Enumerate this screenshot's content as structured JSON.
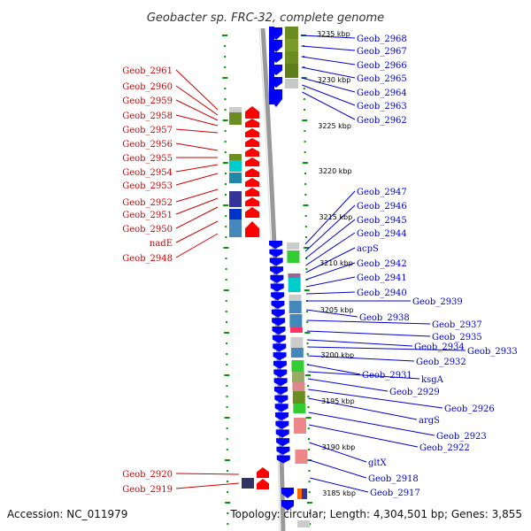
{
  "title": "Geobacter sp. FRC-32, complete genome",
  "accession": "Accession: NC_011979",
  "topology": "Topology: circular; Length: 4,304,501 bp; Genes: 3,855",
  "kbp_labels": [
    "3235 kbp",
    "3230 kbp",
    "3225 kbp",
    "3220 kbp",
    "3215 kbp",
    "3210 kbp",
    "3205 kbp",
    "3200 kbp",
    "3195 kbp",
    "3190 kbp",
    "3185 kbp"
  ],
  "left_labels": [
    "Geob_2961",
    "Geob_2960",
    "Geob_2959",
    "Geob_2958",
    "Geob_2957",
    "Geob_2956",
    "Geob_2955",
    "Geob_2954",
    "Geob_2953",
    "Geob_2952",
    "Geob_2951",
    "Geob_2950",
    "nadE",
    "Geob_2948",
    "Geob_2920",
    "Geob_2919"
  ],
  "right_labels": [
    "Geob_2968",
    "Geob_2967",
    "Geob_2966",
    "Geob_2965",
    "Geob_2964",
    "Geob_2963",
    "Geob_2962",
    "Geob_2947",
    "Geob_2946",
    "Geob_2945",
    "Geob_2944",
    "acpS",
    "Geob_2942",
    "Geob_2941",
    "Geob_2940",
    "Geob_2939",
    "Geob_2938",
    "Geob_2937",
    "Geob_2935",
    "Geob_2934",
    "Geob_2933",
    "Geob_2932",
    "Geob_2931",
    "ksgA",
    "Geob_2929",
    "Geob_2926",
    "argS",
    "Geob_2923",
    "Geob_2922",
    "gltX",
    "Geob_2918",
    "Geob_2917"
  ],
  "colors": {
    "reverse_strand": "#ff0000",
    "forward_strand": "#0000ff",
    "left_label": "#cc0000",
    "right_label": "#0000cc",
    "tick": "#009900",
    "backbone": "#888888"
  }
}
